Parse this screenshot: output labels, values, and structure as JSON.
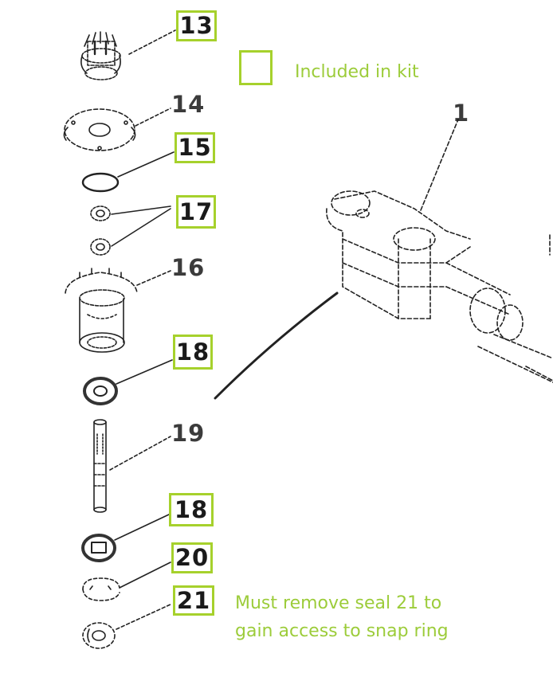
{
  "legend": {
    "text": "Included in kit",
    "color": "#a6d12c"
  },
  "parts": [
    {
      "id": "part-13",
      "label": "13",
      "in_kit": true
    },
    {
      "id": "part-14",
      "label": "14",
      "in_kit": false
    },
    {
      "id": "part-15",
      "label": "15",
      "in_kit": true
    },
    {
      "id": "part-17",
      "label": "17",
      "in_kit": true
    },
    {
      "id": "part-16",
      "label": "16",
      "in_kit": false
    },
    {
      "id": "part-18a",
      "label": "18",
      "in_kit": true
    },
    {
      "id": "part-19",
      "label": "19",
      "in_kit": false
    },
    {
      "id": "part-18b",
      "label": "18",
      "in_kit": true
    },
    {
      "id": "part-20",
      "label": "20",
      "in_kit": true
    },
    {
      "id": "part-21",
      "label": "21",
      "in_kit": true
    },
    {
      "id": "part-1",
      "label": "1",
      "in_kit": false
    }
  ],
  "note": {
    "line1": "Must remove seal 21 to",
    "line2": "gain access to snap ring"
  }
}
